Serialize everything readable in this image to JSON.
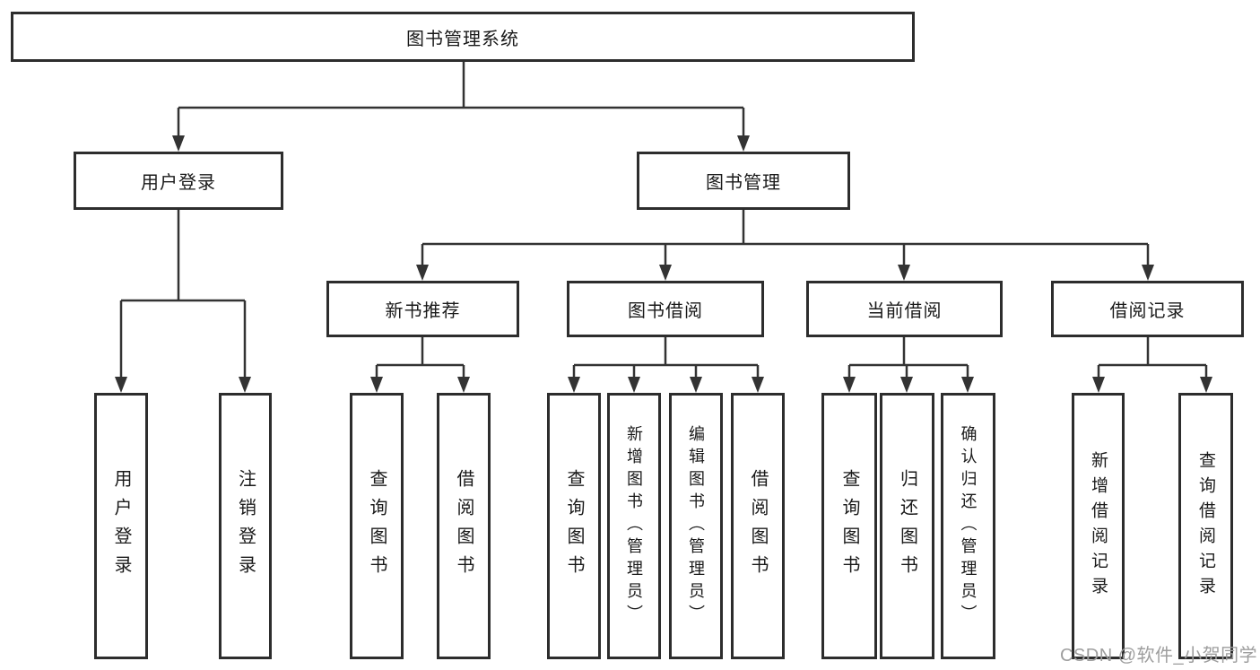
{
  "diagram": {
    "title": "图书管理系统",
    "type": "hierarchy-tree"
  },
  "tree": {
    "label": "图书管理系统",
    "children": [
      {
        "label": "用户登录",
        "children": [
          {
            "label": "用户登录"
          },
          {
            "label": "注销登录"
          }
        ]
      },
      {
        "label": "图书管理",
        "children": [
          {
            "label": "新书推荐",
            "children": [
              {
                "label": "查询图书"
              },
              {
                "label": "借阅图书"
              }
            ]
          },
          {
            "label": "图书借阅",
            "children": [
              {
                "label": "查询图书"
              },
              {
                "label": "新增图书（管理员）"
              },
              {
                "label": "编辑图书（管理员）"
              },
              {
                "label": "借阅图书"
              }
            ]
          },
          {
            "label": "当前借阅",
            "children": [
              {
                "label": "查询图书"
              },
              {
                "label": "归还图书"
              },
              {
                "label": "确认归还（管理员）"
              }
            ]
          },
          {
            "label": "借阅记录",
            "children": [
              {
                "label": "新增借阅记录"
              },
              {
                "label": "查询借阅记录"
              }
            ]
          }
        ]
      }
    ]
  },
  "watermark": "CSDN @软件_小贺同学",
  "colors": {
    "line": "#333333",
    "box_border": "#2d2d2d",
    "text": "#1a1a1a",
    "watermark_text": "#9e9e9e",
    "background": "#ffffff"
  }
}
